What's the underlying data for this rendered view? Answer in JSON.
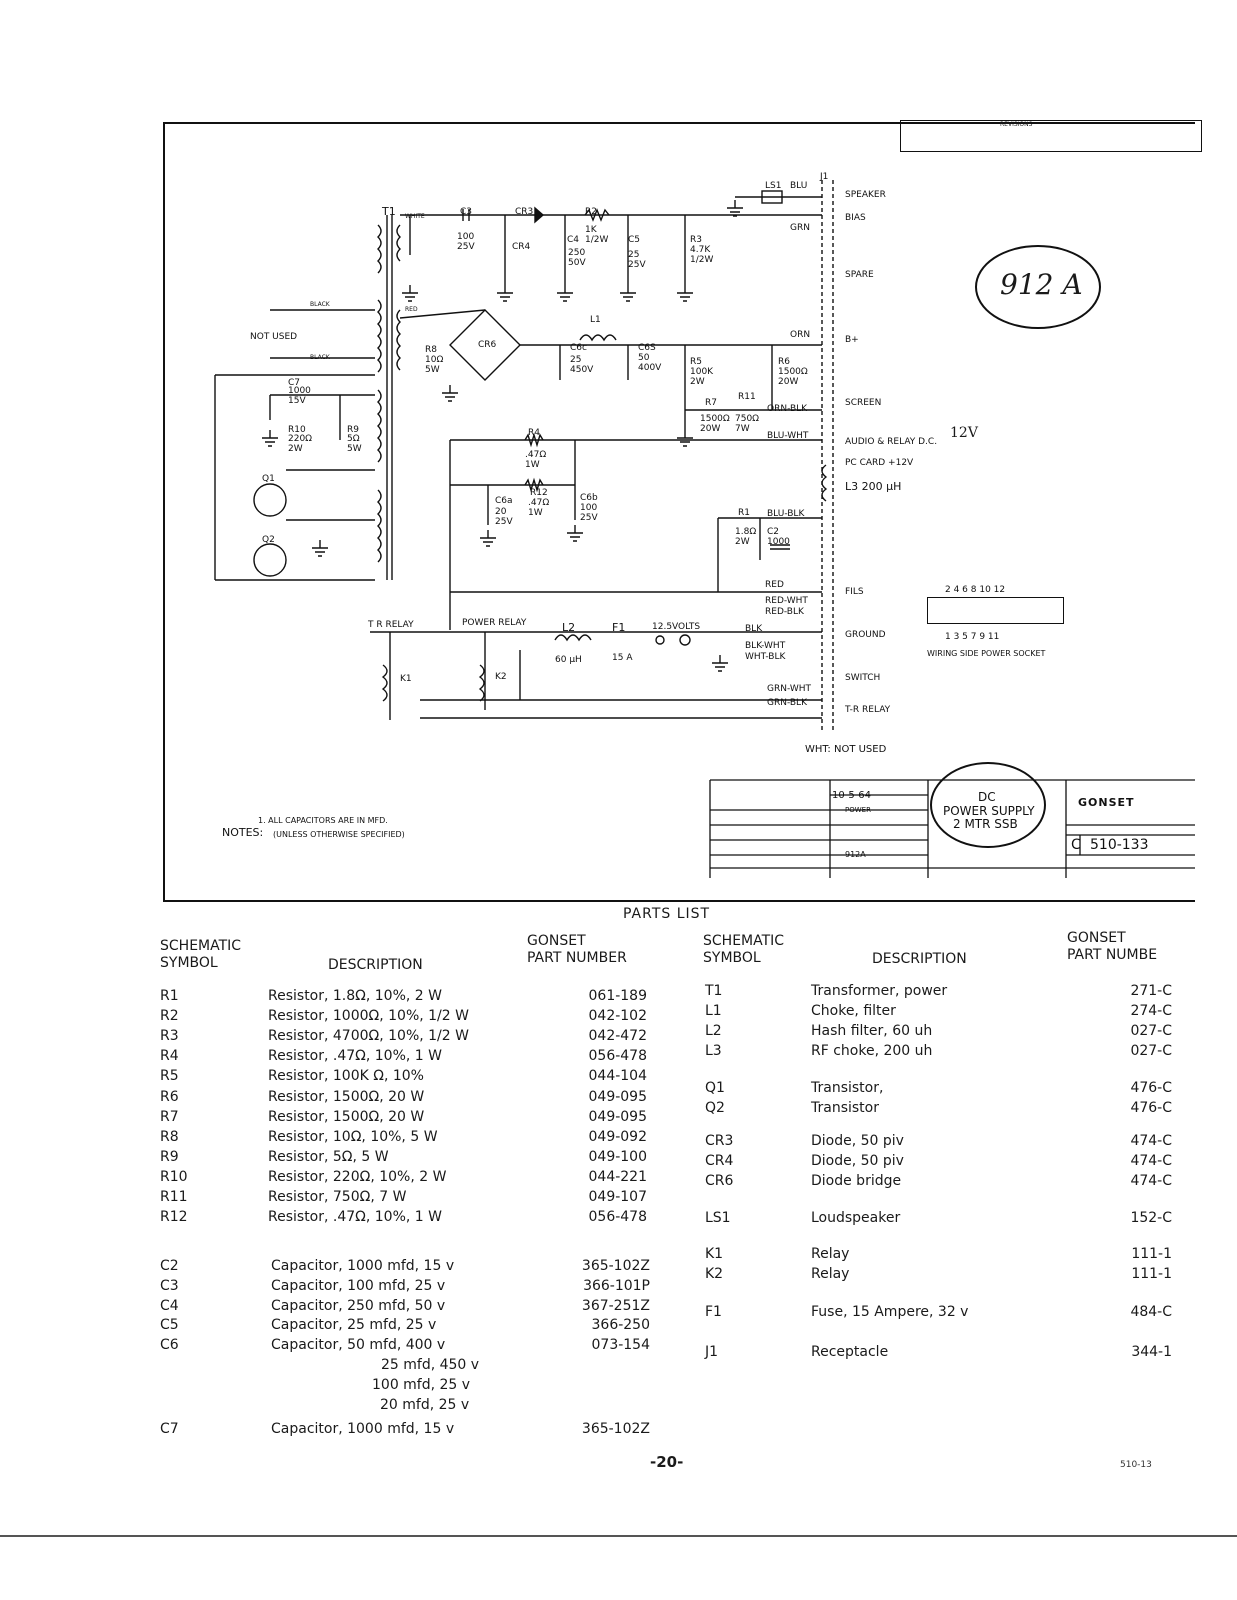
{
  "schematic": {
    "revisions_label": "REVISIONS",
    "handwritten_badge": "912 A",
    "handwritten_note_b12v": "12V",
    "connector_labels": {
      "speaker": "SPEAKER",
      "bias": "BIAS",
      "spare": "SPARE",
      "bplus": "B+",
      "screen": "SCREEN",
      "audio_relay": "AUDIO & RELAY D.C.",
      "pc_card": "PC CARD +12V",
      "l3": "L3 200 μH",
      "fil": "FILS",
      "ground": "GROUND",
      "switch": "SWITCH",
      "tr_relay_pin": "T-R RELAY",
      "wht_not_used": "WHT: NOT USED"
    },
    "wire_labels": [
      "BLU",
      "GRN",
      "ORN",
      "ORN-BLK",
      "BLU-WHT",
      "BLU-BLK",
      "RED",
      "RED-WHT",
      "RED-BLK",
      "BLK",
      "BLK-WHT",
      "WHT-BLK",
      "GRN-WHT",
      "GRN-BLK"
    ],
    "component_labels": {
      "t1": "T1",
      "c3": "C3",
      "c3_val": "100 25V",
      "cr3": "CR3",
      "cr4": "CR4",
      "r2": "R2",
      "r2_val": "1K 1/2W",
      "c4": "C4",
      "c4_val": "250 50V",
      "c5": "C5",
      "c5_val": "25 25V",
      "r3": "R3",
      "r3_val": "4.7K 1/2W",
      "ls1": "LS1",
      "j1": "J1",
      "not_used": "NOT USED",
      "black": "BLACK",
      "red": "RED",
      "white": "WHITE",
      "r8": "R8",
      "r8_val": "10Ω 5W",
      "cr6": "CR6",
      "l1": "L1",
      "c6c": "C6c",
      "c6c_val": "25 450V",
      "c6s": "C6S",
      "c6s_val": "50 400V",
      "r5": "R5",
      "r5_val": "100K 2W",
      "r6": "R6",
      "r6_val": "1500Ω 20W",
      "r7": "R7",
      "r7_val": "1500Ω 20W",
      "r11": "R11",
      "r11_val": "750Ω 7W",
      "c7": "C7",
      "c7_val": "1000 15V",
      "r10": "R10",
      "r10_val": "220Ω 2W",
      "r9": "R9",
      "r9_val": "5Ω 5W",
      "r4": "R4",
      "r4_val": ".47Ω 1W",
      "r12": "R12",
      "r12_val": ".47Ω 1W",
      "c6a": "C6a",
      "c6a_val": "20 25V",
      "c6b": "C6b",
      "c6b_val": "100 25V",
      "r1": "R1",
      "r1_val": "1.8Ω 2W",
      "c2": "C2",
      "c2_val": "1000",
      "q1": "Q1",
      "q2": "Q2",
      "tr_relay": "T R RELAY",
      "power_relay": "POWER RELAY",
      "l2": "L2",
      "l2_val": "60 μH",
      "f1": "F1",
      "f1_val": "15 A",
      "volts": "12.5VOLTS",
      "k1": "K1",
      "k2": "K2"
    },
    "socket": {
      "top_pins": "2 4 6 8 10 12",
      "bottom_pins": "1 3 5 7 9 11",
      "caption": "WIRING SIDE POWER SOCKET"
    },
    "notes": {
      "note1": "1. ALL CAPACITORS ARE IN MFD.",
      "notes_label": "NOTES:",
      "notes_qualifier": "(UNLESS OTHERWISE SPECIFIED)"
    },
    "title_block": {
      "date": "10-5-64",
      "drawn": "POWER",
      "model": "912A",
      "title_line1": "DC",
      "title_line2": "POWER SUPPLY",
      "title_line3": "2 MTR SSB",
      "company": "GONSET",
      "size": "C",
      "dwg_no": "510-133"
    }
  },
  "parts_list": {
    "title": "PARTS LIST",
    "left_headers": {
      "symbol": "SCHEMATIC\nSYMBOL",
      "description": "DESCRIPTION",
      "part": "GONSET\nPART NUMBER"
    },
    "right_headers": {
      "symbol": "SCHEMATIC\nSYMBOL",
      "description": "DESCRIPTION",
      "part": "GONSET\nPART NUMBE"
    },
    "left_rows": [
      {
        "sym": "R1",
        "desc": "Resistor,   1.8Ω, 10%, 2 W",
        "part": "061-189"
      },
      {
        "sym": "R2",
        "desc": "Resistor, 1000Ω, 10%, 1/2 W",
        "part": "042-102"
      },
      {
        "sym": "R3",
        "desc": "Resistor, 4700Ω, 10%, 1/2 W",
        "part": "042-472"
      },
      {
        "sym": "R4",
        "desc": "Resistor,   .47Ω, 10%, 1 W",
        "part": "056-478"
      },
      {
        "sym": "R5",
        "desc": "Resistor, 100K Ω, 10%",
        "part": "044-104"
      },
      {
        "sym": "R6",
        "desc": "Resistor, 1500Ω, 20 W",
        "part": "049-095"
      },
      {
        "sym": "R7",
        "desc": "Resistor, 1500Ω, 20 W",
        "part": "049-095"
      },
      {
        "sym": "R8",
        "desc": "Resistor,     10Ω, 10%, 5 W",
        "part": "049-092"
      },
      {
        "sym": "R9",
        "desc": "Resistor,       5Ω, 5 W",
        "part": "049-100"
      },
      {
        "sym": "R10",
        "desc": "Resistor,   220Ω, 10%, 2 W",
        "part": "044-221"
      },
      {
        "sym": "R11",
        "desc": "Resistor,   750Ω, 7 W",
        "part": "049-107"
      },
      {
        "sym": "R12",
        "desc": "Resistor,   .47Ω, 10%, 1 W",
        "part": "056-478"
      }
    ],
    "cap_rows": [
      {
        "sym": "C2",
        "desc": "Capacitor, 1000 mfd, 15 v",
        "part": "365-102Z"
      },
      {
        "sym": "C3",
        "desc": "Capacitor,   100 mfd, 25 v",
        "part": "366-101P"
      },
      {
        "sym": "C4",
        "desc": "Capacitor,   250 mfd, 50 v",
        "part": "367-251Z"
      },
      {
        "sym": "C5",
        "desc": "Capacitor,     25 mfd, 25 v",
        "part": "366-250"
      },
      {
        "sym": "C6",
        "desc": "Capacitor,     50 mfd, 400 v",
        "part": "073-154"
      },
      {
        "sym": "",
        "desc": "25 mfd, 450 v",
        "part": ""
      },
      {
        "sym": "",
        "desc": "100 mfd,   25 v",
        "part": ""
      },
      {
        "sym": "",
        "desc": "20 mfd,   25 v",
        "part": ""
      },
      {
        "sym": "C7",
        "desc": "Capacitor, 1000 mfd, 15 v",
        "part": "365-102Z"
      }
    ],
    "right_rows": [
      {
        "sym": "T1",
        "desc": "Transformer, power",
        "part": "271-C"
      },
      {
        "sym": "L1",
        "desc": "Choke, filter",
        "part": "274-C"
      },
      {
        "sym": "L2",
        "desc": "Hash filter, 60 uh",
        "part": "027-C"
      },
      {
        "sym": "L3",
        "desc": "RF choke, 200 uh",
        "part": "027-C"
      },
      {
        "sym": "Q1",
        "desc": "Transistor,",
        "part": "476-C"
      },
      {
        "sym": "Q2",
        "desc": "Transistor",
        "part": "476-C"
      },
      {
        "sym": "CR3",
        "desc": "Diode, 50 piv",
        "part": "474-C"
      },
      {
        "sym": "CR4",
        "desc": "Diode, 50 piv",
        "part": "474-C"
      },
      {
        "sym": "CR6",
        "desc": "Diode bridge",
        "part": "474-C"
      },
      {
        "sym": "LS1",
        "desc": "Loudspeaker",
        "part": "152-C"
      },
      {
        "sym": "K1",
        "desc": "Relay",
        "part": "111-1"
      },
      {
        "sym": "K2",
        "desc": "Relay",
        "part": "111-1"
      },
      {
        "sym": "F1",
        "desc": "Fuse, 15 Ampere, 32 v",
        "part": "484-C"
      },
      {
        "sym": "J1",
        "desc": "Receptacle",
        "part": "344-1"
      }
    ],
    "page_number": "-20-",
    "corner_mark": "510-13"
  }
}
